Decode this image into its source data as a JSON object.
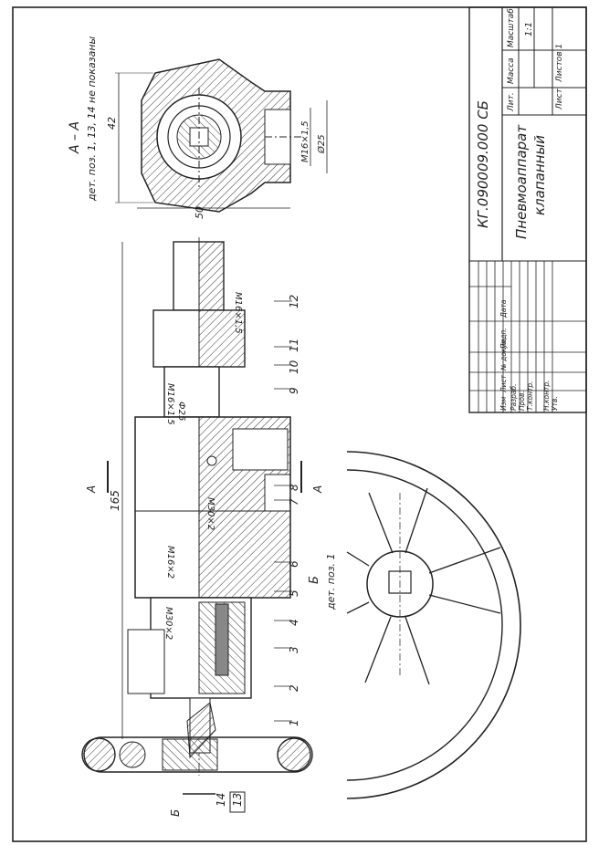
{
  "title_block": {
    "designation": "КГ.090009.000 СБ",
    "name_line1": "Пневмоаппарат",
    "name_line2": "клапанный",
    "headers": {
      "lit": "Лит.",
      "mass": "Масса",
      "scale": "Масштаб"
    },
    "scale_value": "1:1",
    "sheet_label": "Лист",
    "sheets_label": "Листов 1",
    "stamp_cols": [
      "Изм",
      "Лист",
      "№ докум.",
      "Подп.",
      "Дата"
    ],
    "stamp_rows": [
      "Разраб.",
      "Пров.",
      "Т.контр.",
      "",
      "Н.контр.",
      "Утв."
    ]
  },
  "section_aa": {
    "title": "А – А",
    "note": "дет. поз. 1, 13, 14 не показаны",
    "dim_height": "42",
    "dim_width": "50",
    "dim_thread": "М16×1,5",
    "dim_diam": "Ø25"
  },
  "main_view": {
    "dim_length": "165",
    "thread_right": "М16×1,5",
    "thread_seat": "М16×1,5",
    "dim_phi25": "Ф25",
    "thread_m30_a": "М30×2",
    "thread_m16x2": "М16×2",
    "thread_m30_b": "М30×2",
    "cut_letter_top": "А",
    "cut_letter_bottom": "А",
    "view_letter": "Б",
    "callouts": [
      "1",
      "2",
      "3",
      "4",
      "5",
      "6",
      "7",
      "8",
      "9",
      "10",
      "11",
      "12"
    ],
    "callout_13": "13",
    "callout_14": "14"
  },
  "view_b": {
    "title": "Б",
    "subtitle": "дет. поз. 1"
  }
}
